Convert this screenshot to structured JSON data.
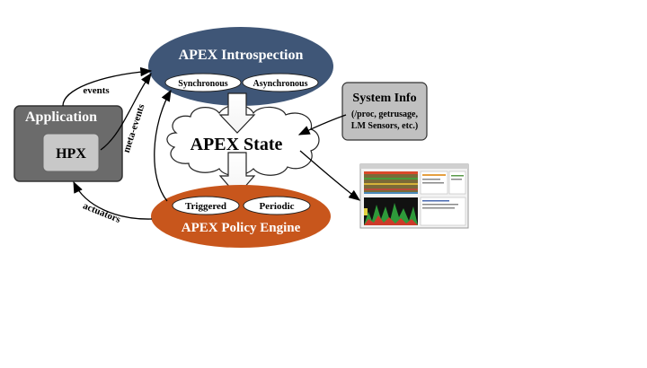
{
  "diagram": {
    "application": {
      "title": "Application",
      "inner": "HPX"
    },
    "introspection": {
      "title": "APEX Introspection",
      "modes": [
        "Synchronous",
        "Asynchronous"
      ],
      "fill": "#3f5677"
    },
    "state": {
      "title": "APEX State"
    },
    "policy_engine": {
      "title": "APEX Policy Engine",
      "modes": [
        "Triggered",
        "Periodic"
      ],
      "fill": "#c8561c"
    },
    "system_info": {
      "title": "System Info",
      "lines": [
        "(/proc, getrusage,",
        "LM Sensors, etc.)"
      ]
    },
    "edge_labels": {
      "events": "events",
      "meta_events": "meta-events",
      "actuators": "actuators"
    }
  }
}
